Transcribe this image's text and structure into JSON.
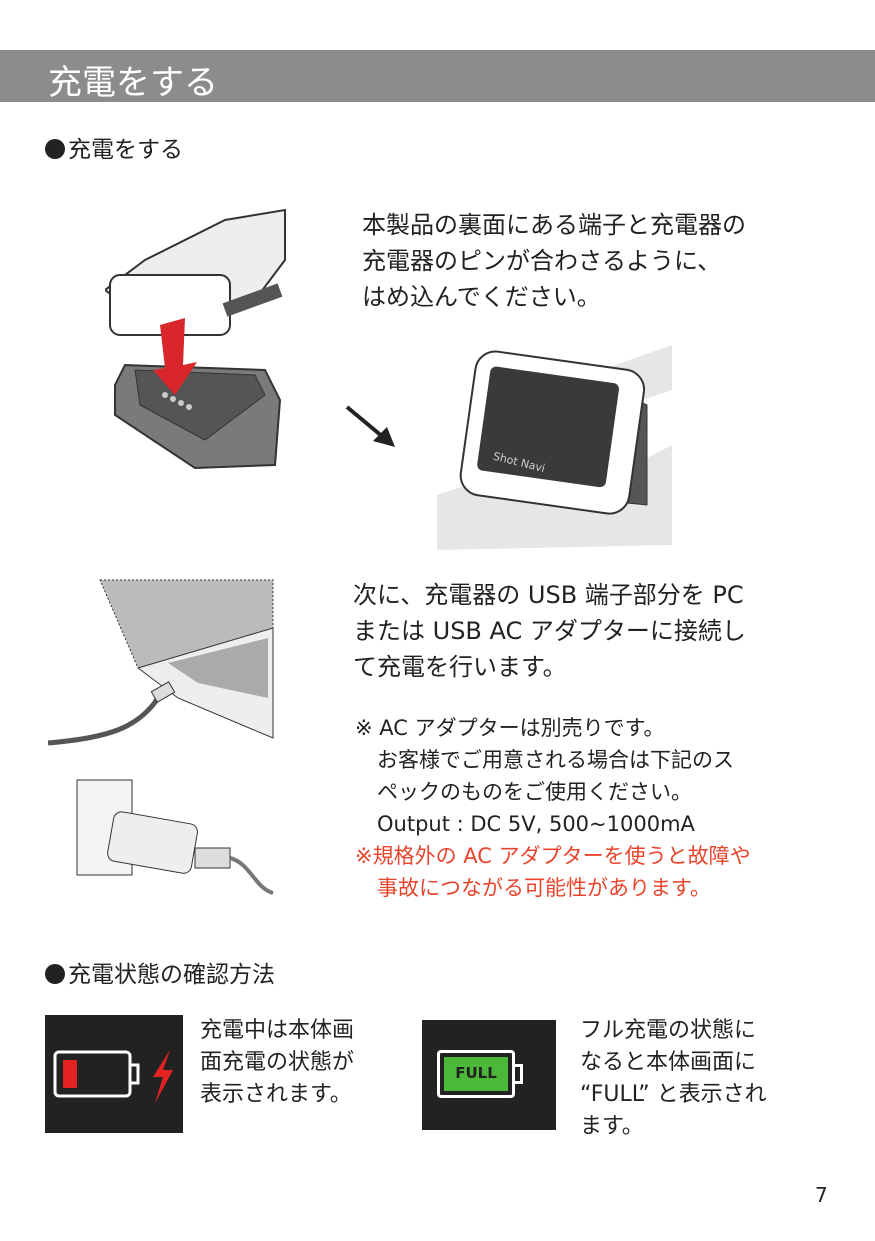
{
  "header": {
    "title": "充電をする"
  },
  "section1": {
    "heading": "充電をする",
    "step1": [
      "本製品の裏面にある端子と充電器の",
      "充電器のピンが合わさるように、",
      "はめ込んでください。"
    ],
    "watch_brand": "Shot Navi",
    "step2": [
      "次に、充電器の USB 端子部分を PC",
      "または USB  AC アダプターに接続し",
      "て充電を行います。"
    ],
    "note": [
      "※ AC アダプターは別売りです。",
      "お客様でご用意される場合は下記のス",
      "ペックのものをご使用ください。",
      "Output : DC 5V, 500~1000mA"
    ],
    "warning": [
      "※規格外の AC アダプターを使うと故障や",
      "事故につながる可能性があります。"
    ]
  },
  "section2": {
    "heading": "充電状態の確認方法",
    "charging_text": [
      "充電中は本体画",
      "面充電の状態が",
      "表示されます。"
    ],
    "full_label": "FULL",
    "full_text": [
      "フル充電の状態に",
      "なると本体画面に",
      "“FULL” と表示され",
      "ます。"
    ]
  },
  "page_number": "7",
  "colors": {
    "header_bg": "#8c8c8c",
    "warning": "#e8452c",
    "battery_red": "#e52222",
    "battery_green": "#4cb83a",
    "arrow_red": "#d8262b"
  }
}
